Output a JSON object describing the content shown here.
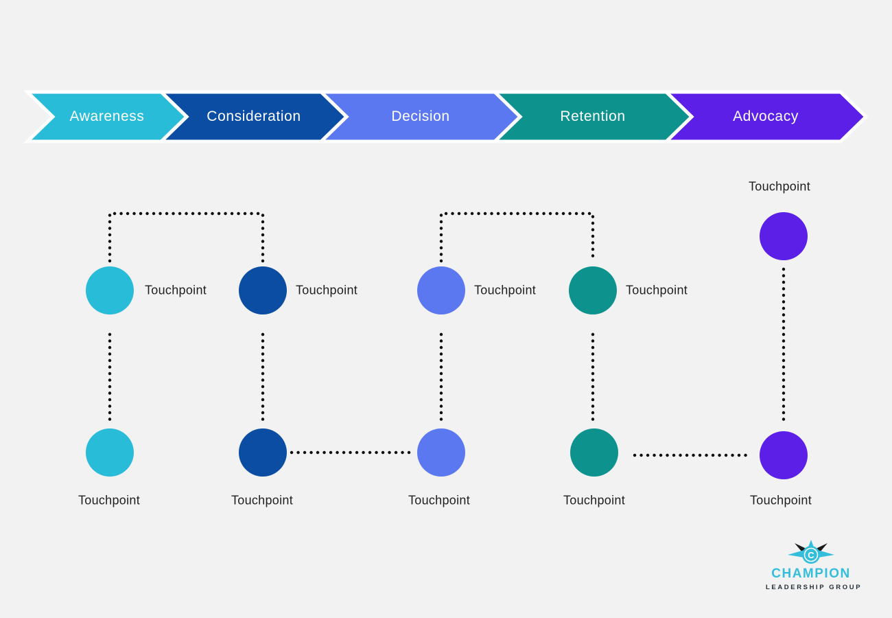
{
  "background_color": "#F2F2F2",
  "connector_color": "#0D0D0D",
  "stages": [
    {
      "label": "Awareness",
      "color": "#29BCD9"
    },
    {
      "label": "Consideration",
      "color": "#0B4DA3"
    },
    {
      "label": "Decision",
      "color": "#5C78F0"
    },
    {
      "label": "Retention",
      "color": "#0D928E"
    },
    {
      "label": "Advocacy",
      "color": "#5B1FE8"
    }
  ],
  "touchpoints": [
    {
      "id": "awareness-top",
      "stage": "Awareness",
      "label": "Touchpoint",
      "color": "#29BCD9",
      "label_position": "right"
    },
    {
      "id": "consideration-top",
      "stage": "Consideration",
      "label": "Touchpoint",
      "color": "#0B4DA3",
      "label_position": "right"
    },
    {
      "id": "decision-top",
      "stage": "Decision",
      "label": "Touchpoint",
      "color": "#5C78F0",
      "label_position": "right"
    },
    {
      "id": "retention-top",
      "stage": "Retention",
      "label": "Touchpoint",
      "color": "#0D928E",
      "label_position": "right"
    },
    {
      "id": "advocacy-top",
      "stage": "Advocacy",
      "label": "Touchpoint",
      "color": "#5B1FE8",
      "label_position": "above"
    },
    {
      "id": "awareness-bottom",
      "stage": "Awareness",
      "label": "Touchpoint",
      "color": "#29BCD9",
      "label_position": "below"
    },
    {
      "id": "consideration-bottom",
      "stage": "Consideration",
      "label": "Touchpoint",
      "color": "#0B4DA3",
      "label_position": "below"
    },
    {
      "id": "decision-bottom",
      "stage": "Decision",
      "label": "Touchpoint",
      "color": "#5C78F0",
      "label_position": "below"
    },
    {
      "id": "retention-bottom",
      "stage": "Retention",
      "label": "Touchpoint",
      "color": "#0D928E",
      "label_position": "below"
    },
    {
      "id": "advocacy-bottom",
      "stage": "Advocacy",
      "label": "Touchpoint",
      "color": "#5B1FE8",
      "label_position": "below"
    }
  ],
  "logo": {
    "monogram": "C",
    "brand": "CHAMPION",
    "tagline": "LEADERSHIP GROUP",
    "accent_color": "#35BEDC",
    "text_color": "#242F38"
  }
}
